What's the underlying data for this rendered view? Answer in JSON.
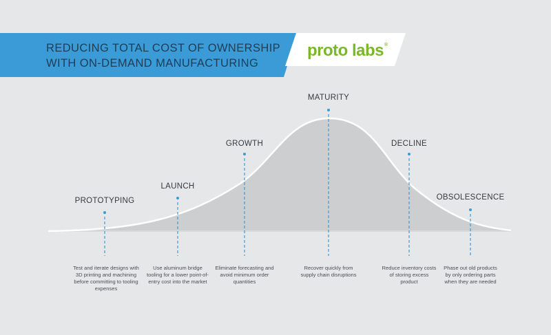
{
  "header": {
    "title_line1": "REDUCING TOTAL COST OF OWNERSHIP",
    "title_line2": "WITH ON-DEMAND MANUFACTURING",
    "banner_color": "#3a9bd7"
  },
  "logo": {
    "text": "proto labs",
    "mark": "®",
    "color": "#7ab829"
  },
  "stages": [
    {
      "label": "PROTOTYPING",
      "description": "Test and iterate designs with 3D printing and machining before committing to tooling expenses"
    },
    {
      "label": "LAUNCH",
      "description": "Use aluminum bridge tooling for a lower point-of-entry cost into the market"
    },
    {
      "label": "GROWTH",
      "description": "Eliminate forecasting and avoid minimum order quantities"
    },
    {
      "label": "MATURITY",
      "description": "Recover quickly from supply chain disruptions"
    },
    {
      "label": "DECLINE",
      "description": "Reduce inventory costs of storing excess product"
    },
    {
      "label": "OBSOLESCENCE",
      "description": "Phase out old products by only ordering parts when they are needed"
    }
  ],
  "colors": {
    "marker": "#3a9bd7",
    "curve_fill": "#c7c8c9",
    "curve_line": "#ffffff"
  }
}
